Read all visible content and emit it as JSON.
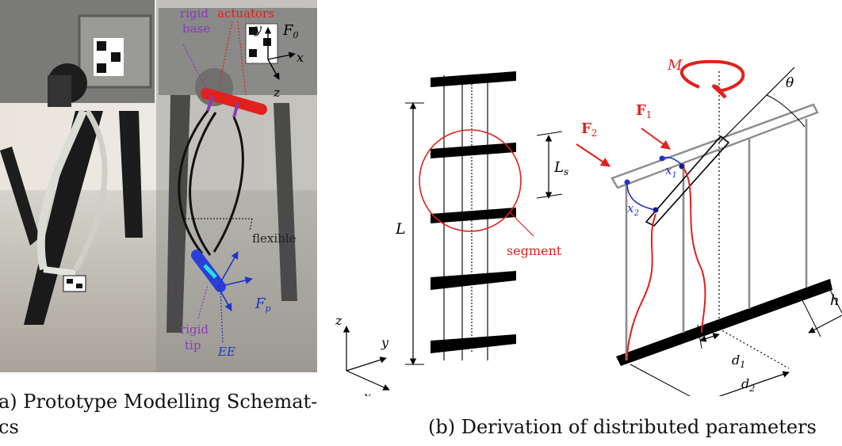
{
  "photo": {
    "labels": {
      "rigid_base_line1": "rigid",
      "rigid_base_line2": "base",
      "actuators": "actuators",
      "y": "y",
      "x": "x",
      "z": "z",
      "frame0_main": "F",
      "frame0_sub": "0",
      "flexible": "flexible",
      "framep_main": "F",
      "framep_sub": "p",
      "rigid_tip_line1": "rigid",
      "rigid_tip_line2": "tip",
      "ee": "EE"
    }
  },
  "diagram": {
    "labels": {
      "L": "L",
      "Ls_main": "L",
      "Ls_sub": "s",
      "segment": "segment",
      "z": "z",
      "y": "y",
      "x": "x",
      "M": "M",
      "theta": "θ",
      "F1_main": "F",
      "F1_sub": "1",
      "F2_main": "F",
      "F2_sub": "2",
      "x1_main": "x",
      "x1_sub": "1",
      "x2_main": "x",
      "x2_sub": "2",
      "h": "h",
      "d1_main": "d",
      "d1_sub": "1",
      "d2_main": "d",
      "d2_sub": "2"
    }
  },
  "captions": {
    "a_line1": "a) Prototype Modelling Schemat-",
    "a_line2": "cs",
    "b": "(b) Derivation of distributed parameters"
  },
  "colors": {
    "red": "#e0211d",
    "blue": "#2233cc",
    "purple": "#8a3ab9",
    "gray": "#8c8c8c"
  }
}
